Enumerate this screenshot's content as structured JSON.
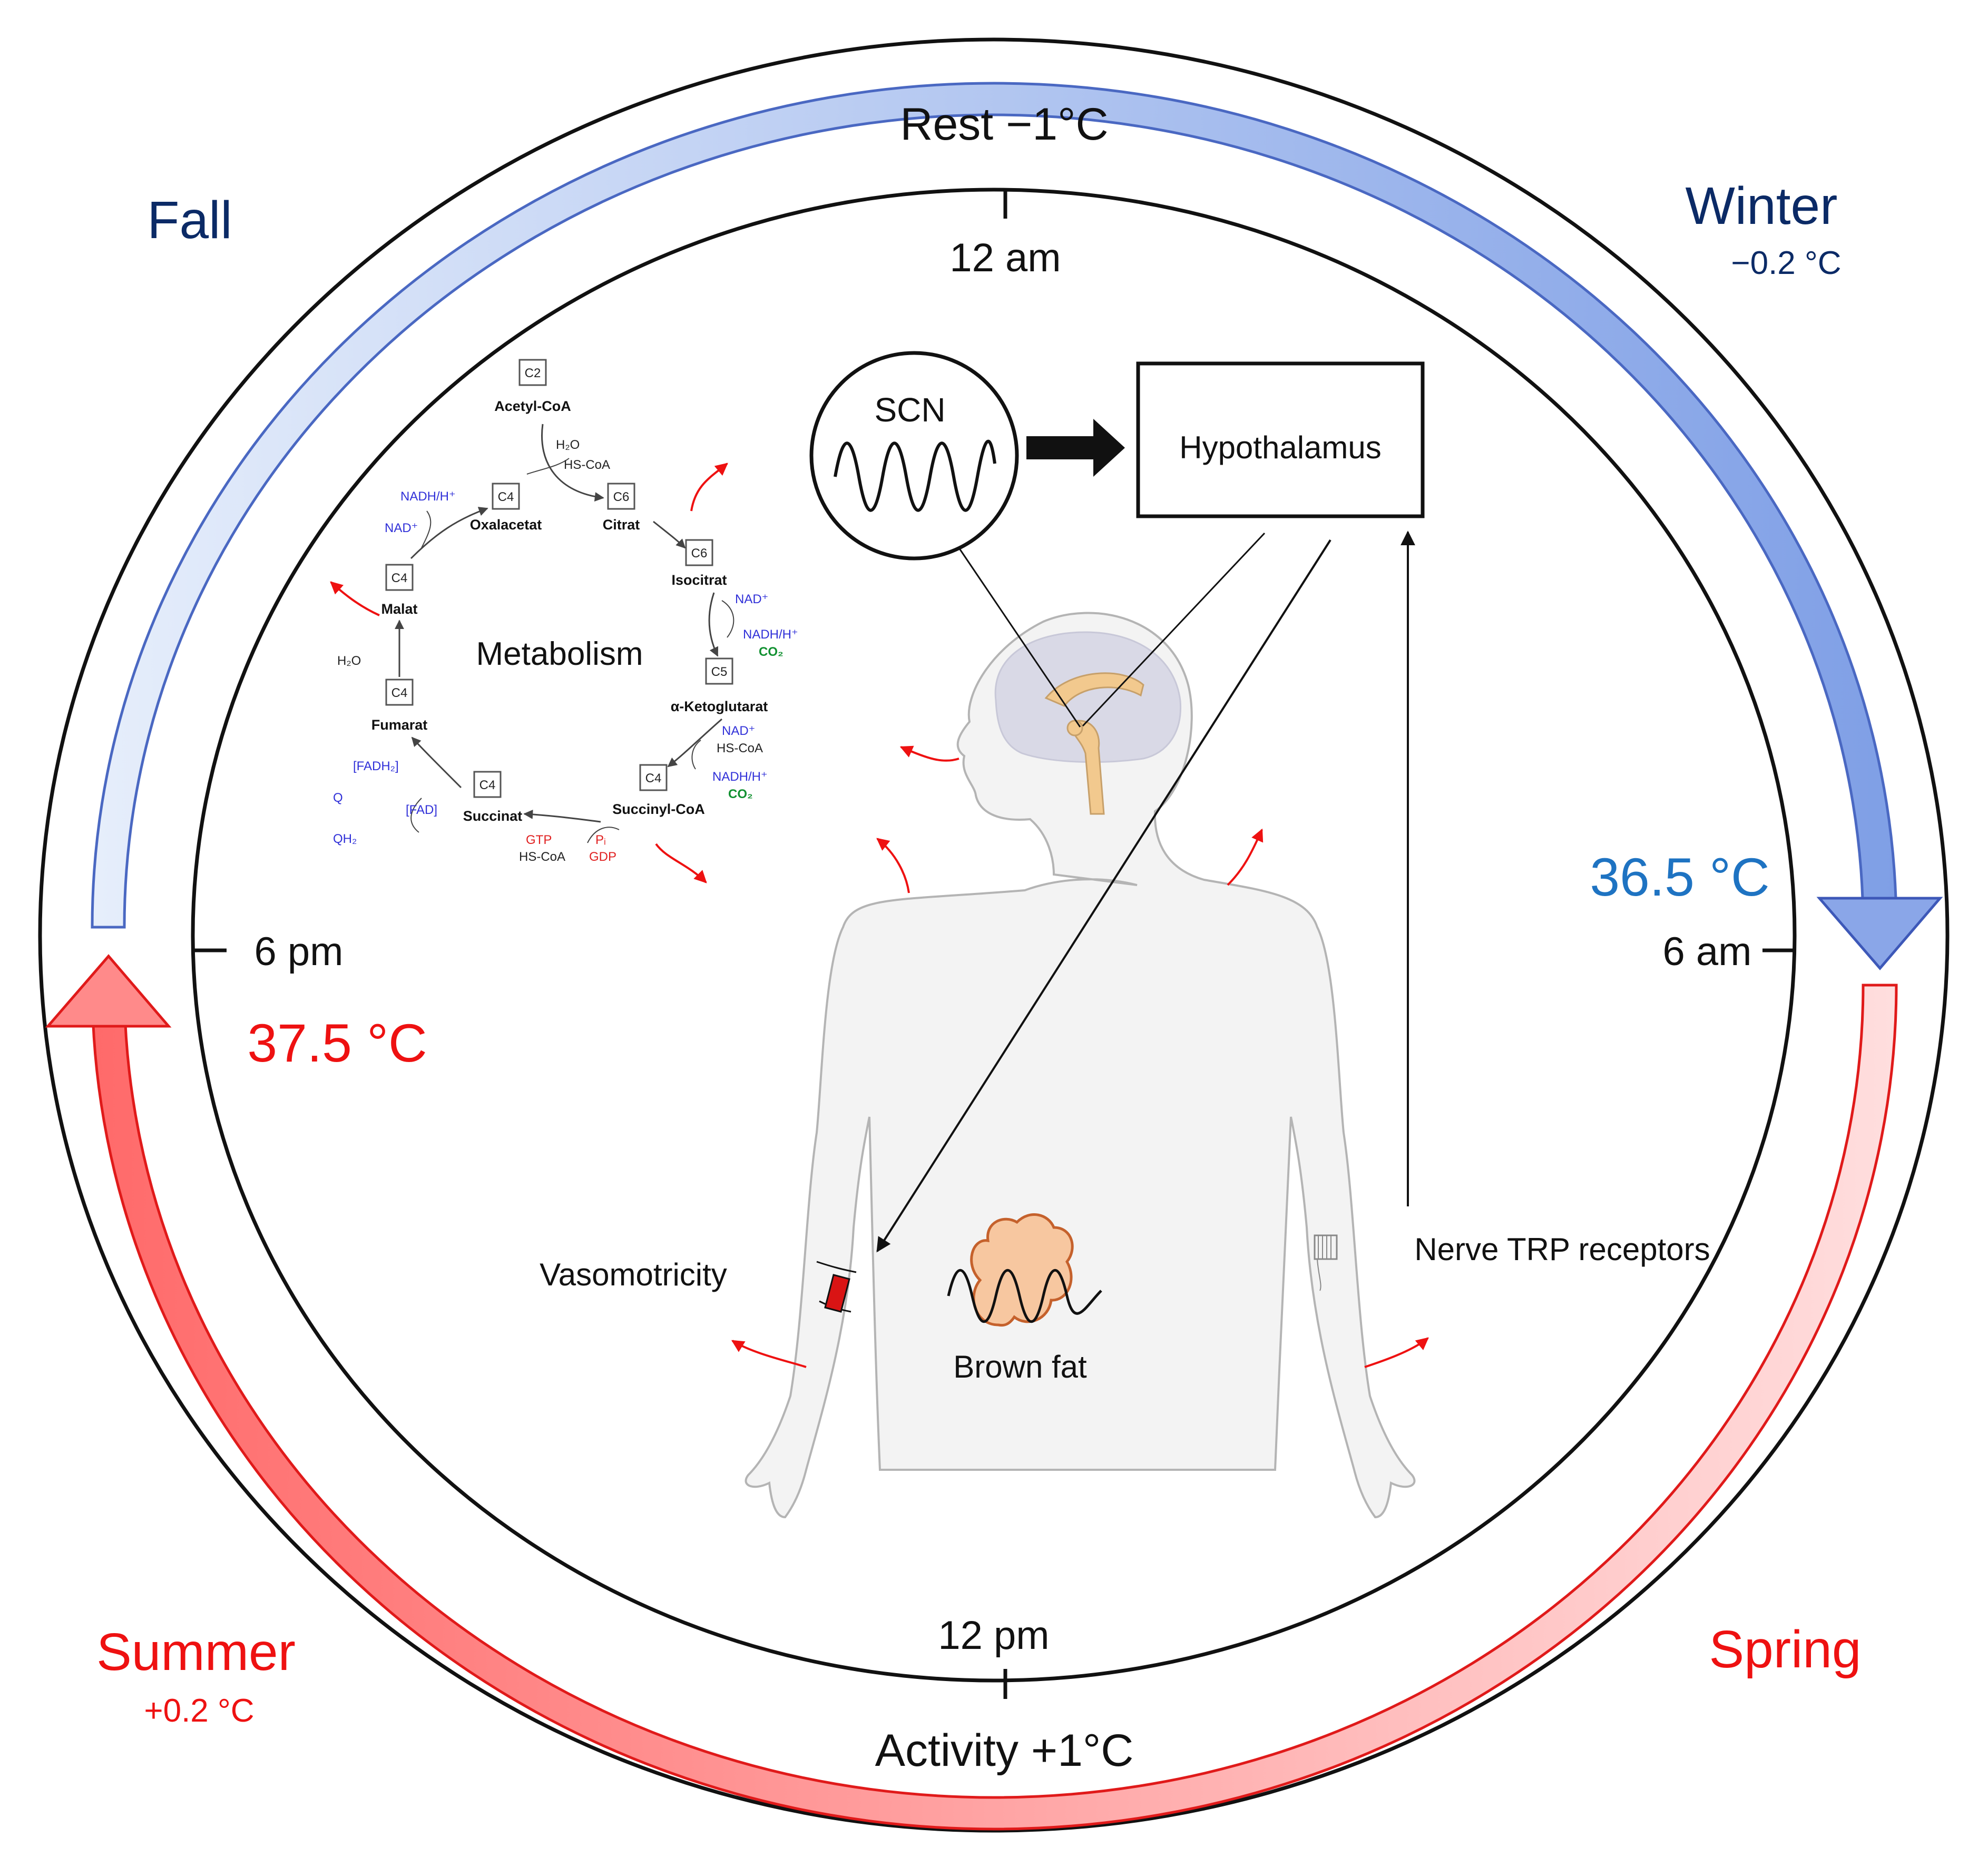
{
  "cycle": {
    "top_arc_label": "Rest −1°C",
    "bottom_arc_label": "Activity +1°C",
    "clock": {
      "top": "12 am",
      "bottom": "12 pm",
      "left": "6 pm",
      "right": "6 am"
    },
    "seasons": {
      "fall": "Fall",
      "winter": "Winter",
      "winter_delta": "−0.2 °C",
      "summer": "Summer",
      "summer_delta": "+0.2 °C",
      "spring": "Spring"
    },
    "temps": {
      "low": "36.5 °C",
      "high": "37.5 °C"
    },
    "colors": {
      "cold": "#0b2a66",
      "cold_temp": "#1e73c2",
      "warm": "#ee1111",
      "rest_arc": "#7e9ee8",
      "activity_arc": "#ff5f5f"
    }
  },
  "control": {
    "scn": "SCN",
    "hypothalamus": "Hypothalamus",
    "metabolism": "Metabolism",
    "vasomotricity": "Vasomotricity",
    "brown_fat": "Brown fat",
    "nerve": "Nerve TRP receptors"
  },
  "tca": {
    "acetyl": {
      "carbon": "C2",
      "name": "Acetyl-CoA"
    },
    "citrat": {
      "carbon": "C6",
      "name": "Citrat"
    },
    "isocitrat": {
      "carbon": "C6",
      "name": "Isocitrat"
    },
    "ketoglutarat": {
      "carbon": "C5",
      "name": "α-Ketoglutarat"
    },
    "succinylcoa": {
      "carbon": "C4",
      "name": "Succinyl-CoA"
    },
    "succinat": {
      "carbon": "C4",
      "name": "Succinat"
    },
    "fumarat": {
      "carbon": "C4",
      "name": "Fumarat"
    },
    "malat": {
      "carbon": "C4",
      "name": "Malat"
    },
    "oxalacetat": {
      "carbon": "C4",
      "name": "Oxalacetat"
    },
    "cofactors": {
      "h2o_a": "H₂O",
      "hscoa_a": "HS-CoA",
      "nad_a": "NAD⁺",
      "nadh_a": "NADH/H⁺",
      "co2_a": "CO₂",
      "nad_b": "NAD⁺",
      "hscoa_b": "HS-CoA",
      "nadh_b": "NADH/H⁺",
      "co2_b": "CO₂",
      "gtp": "GTP",
      "hscoa_c": "HS-CoA",
      "pi": "Pᵢ",
      "gdp": "GDP",
      "fadh2": "[FADH₂]",
      "fad": "[FAD]",
      "q": "Q",
      "qh2": "QH₂",
      "h2o_b": "H₂O",
      "nadh_c": "NADH/H⁺",
      "nad_c": "NAD⁺"
    }
  }
}
